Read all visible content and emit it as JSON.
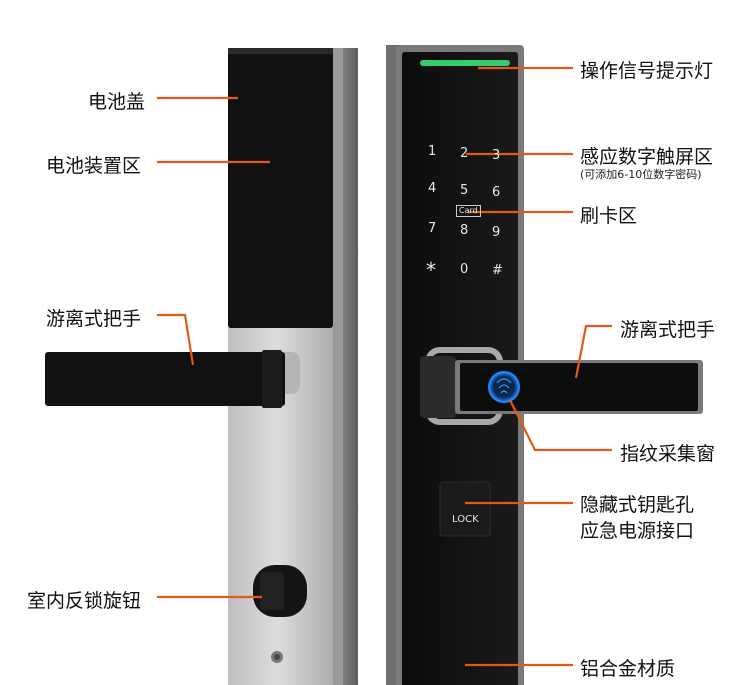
{
  "labels": {
    "battery_cover": "电池盖",
    "battery_area": "电池装置区",
    "free_handle_left": "游离式把手",
    "inner_lock_knob": "室内反锁旋钮",
    "signal_light": "操作信号提示灯",
    "touch_keypad": "感应数字触屏区",
    "touch_keypad_note": "(可添加6-10位数字密码)",
    "card_area": "刷卡区",
    "free_handle_right": "游离式把手",
    "fingerprint_window": "指纹采集窗",
    "hidden_keyhole": "隐藏式钥匙孔",
    "emergency_power": "应急电源接口",
    "material": "铝合金材质"
  },
  "keypad": {
    "k1": "1",
    "k2": "2",
    "k3": "3",
    "k4": "4",
    "k5": "5",
    "k6": "6",
    "k7": "7",
    "k8": "8",
    "k9": "9",
    "kstar": "*",
    "k0": "0",
    "khash": "#",
    "card_text": "Card"
  },
  "lock_button_text": "LOCK",
  "colors": {
    "leader": "#e05a1a",
    "signal_light": "#3be07a",
    "fingerprint": "#1e88ff"
  }
}
